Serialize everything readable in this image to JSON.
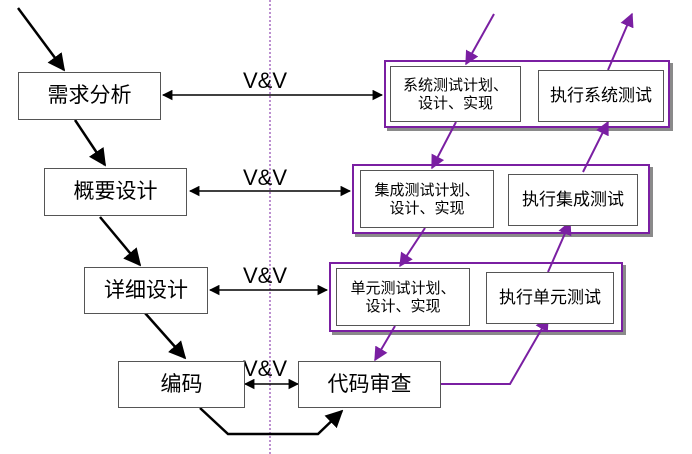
{
  "colors": {
    "accent": "#7a1fa2",
    "line": "#000000",
    "box_border": "#555555"
  },
  "phases": {
    "requirements": "需求分析",
    "outline_design": "概要设计",
    "detailed_design": "详细设计",
    "coding": "编码",
    "code_review": "代码审查"
  },
  "vv_labels": [
    "V&V",
    "V&V",
    "V&V",
    "V&V"
  ],
  "tests": {
    "system_plan": [
      "系统测试计划、",
      "设计、实现"
    ],
    "system_exec": "执行系统测试",
    "integration_plan": [
      "集成测试计划、",
      "设计、实现"
    ],
    "integration_exec": "执行集成测试",
    "unit_plan": [
      "单元测试计划、",
      "设计、实现"
    ],
    "unit_exec": "执行单元测试"
  }
}
